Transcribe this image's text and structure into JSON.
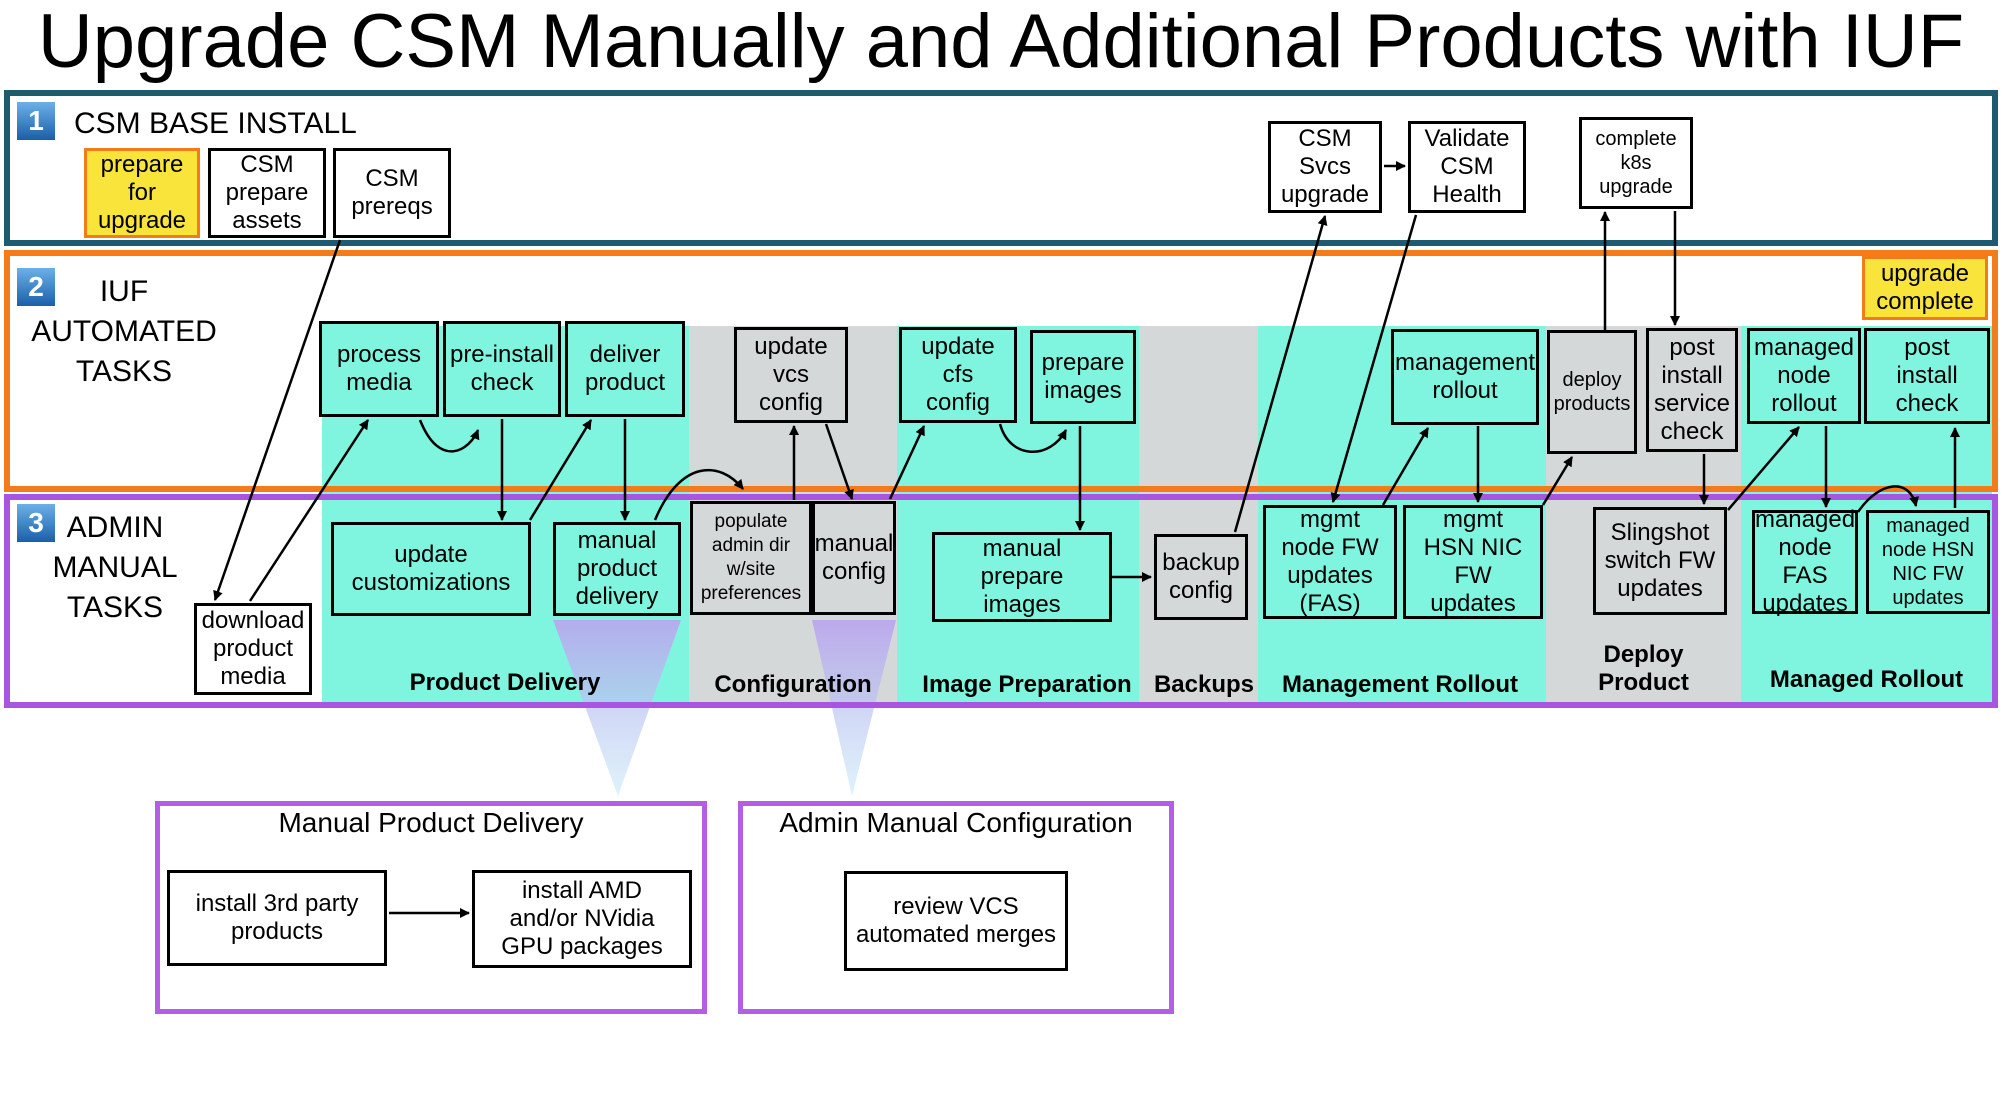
{
  "title": "Upgrade CSM Manually and Additional Products with IUF",
  "colors": {
    "band1": "#1f5b6e",
    "band2": "#f47b1a",
    "band3": "#a855e0",
    "teal": "#7ff5df",
    "grey": "#d4d8d8",
    "yellow": "#f8e43a"
  },
  "bands": [
    {
      "num": "1",
      "label": "CSM BASE INSTALL"
    },
    {
      "num": "2",
      "label": "IUF\nAUTOMATED\nTASKS"
    },
    {
      "num": "3",
      "label": "ADMIN\nMANUAL\nTASKS"
    }
  ],
  "columns": [
    {
      "label": "Product Delivery"
    },
    {
      "label": "Configuration"
    },
    {
      "label": "Image Preparation"
    },
    {
      "label": "Backups"
    },
    {
      "label": "Management Rollout"
    },
    {
      "label": "Deploy\nProduct"
    },
    {
      "label": "Managed Rollout"
    }
  ],
  "boxes": {
    "prepare_for_upgrade": "prepare\nfor\nupgrade",
    "csm_prepare_assets": "CSM\nprepare\nassets",
    "csm_prereqs": "CSM\nprereqs",
    "csm_svcs_upgrade": "CSM\nSvcs\nupgrade",
    "validate_csm_health": "Validate\nCSM\nHealth",
    "complete_k8s_upgrade": "complete\nk8s\nupgrade",
    "upgrade_complete": "upgrade\ncomplete",
    "process_media": "process\nmedia",
    "pre_install_check": "pre-install\ncheck",
    "deliver_product": "deliver\nproduct",
    "update_vcs_config": "update\nvcs\nconfig",
    "update_cfs_config": "update\ncfs\nconfig",
    "prepare_images": "prepare\nimages",
    "management_rollout": "management\nrollout",
    "deploy_products": "deploy\nproducts",
    "post_install_service_check": "post\ninstall\nservice\ncheck",
    "managed_node_rollout": "managed\nnode\nrollout",
    "post_install_check": "post\ninstall\ncheck",
    "download_product_media": "download\nproduct\nmedia",
    "update_customizations": "update\ncustomizations",
    "manual_product_delivery": "manual\nproduct\ndelivery",
    "populate_admin_dir": "populate\nadmin dir\nw/site\npreferences",
    "manual_config": "manual\nconfig",
    "manual_prepare_images": "manual\nprepare\nimages",
    "backup_config": "backup\nconfig",
    "mgmt_node_fw_updates": "mgmt\nnode FW\nupdates\n(FAS)",
    "mgmt_hsn_nic_fw_updates": "mgmt\nHSN NIC\nFW\nupdates",
    "slingshot_switch_fw_updates": "Slingshot\nswitch FW\nupdates",
    "managed_node_fas_updates": "managed\nnode FAS\nupdates",
    "managed_node_hsn_nic_fw_updates": "managed\nnode HSN\nNIC FW\nupdates"
  },
  "lower_panels": {
    "manual_product_delivery": {
      "title": "Manual Product Delivery",
      "install_3rd_party": "install 3rd party\nproducts",
      "install_gpu": "install AMD\nand/or NVidia\nGPU packages"
    },
    "admin_manual_configuration": {
      "title": "Admin Manual Configuration",
      "review_vcs": "review VCS\nautomated merges"
    }
  }
}
